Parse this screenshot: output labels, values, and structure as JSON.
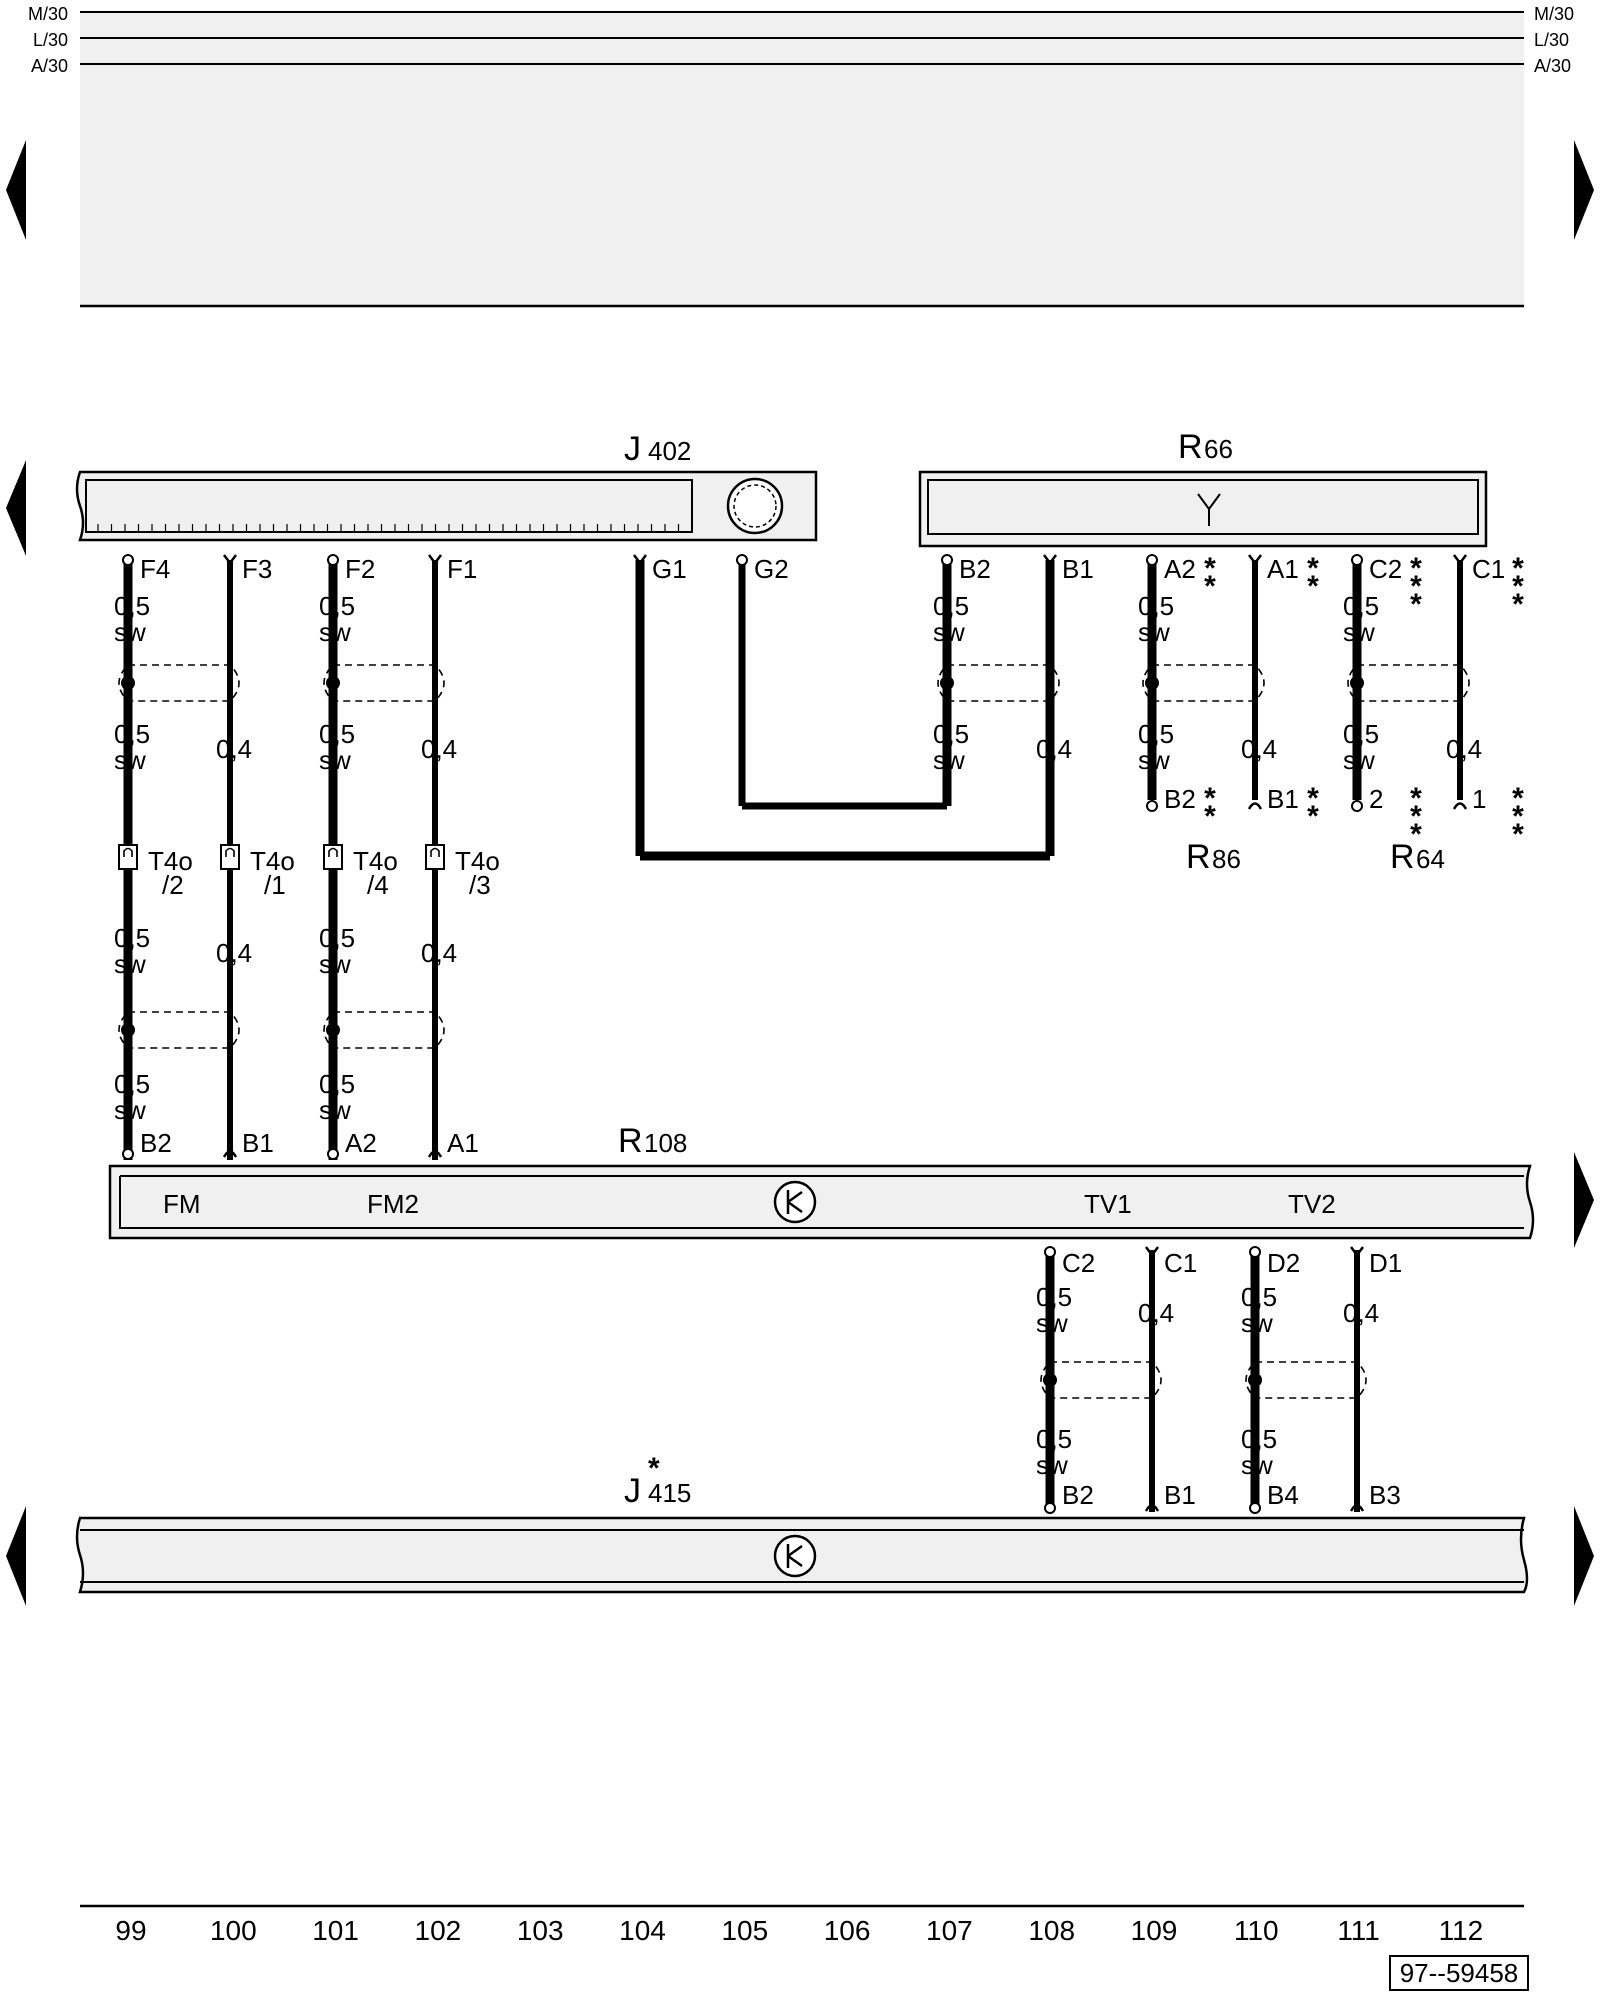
{
  "title": "",
  "rails": [
    {
      "left": "M/30",
      "right": "M/30"
    },
    {
      "left": "L/30",
      "right": "L/30"
    },
    {
      "left": "A/30",
      "right": "A/30"
    }
  ],
  "components": {
    "j402": {
      "letter": "J",
      "number": "402"
    },
    "r66": {
      "letter": "R",
      "number": "66"
    },
    "r86": {
      "letter": "R",
      "number": "86"
    },
    "r64": {
      "letter": "R",
      "number": "64"
    },
    "r108": {
      "letter": "R",
      "number": "108"
    },
    "j415": {
      "letter": "J",
      "number": "415",
      "star": "*"
    }
  },
  "r108_sections": [
    "FM",
    "FM2",
    "TV1",
    "TV2"
  ],
  "pins": {
    "j402": [
      "F4",
      "F3",
      "F2",
      "F1",
      "G1",
      "G2"
    ],
    "r66": [
      "B2",
      "B1",
      "A2",
      "A1",
      "C2",
      "C1"
    ],
    "r86": [
      "B2",
      "B1"
    ],
    "r64": [
      "2",
      "1"
    ],
    "r108_top": [
      "B2",
      "B1",
      "A2",
      "A1"
    ],
    "r108_bottom": [
      "C2",
      "C1",
      "D2",
      "D1"
    ],
    "j415": [
      "B2",
      "B1",
      "B4",
      "B3"
    ]
  },
  "wire": {
    "thick": "0,5",
    "thin": "0,4",
    "color": "sw"
  },
  "connectors": [
    {
      "name": "T4o",
      "pin": "/2"
    },
    {
      "name": "T4o",
      "pin": "/1"
    },
    {
      "name": "T4o",
      "pin": "/4"
    },
    {
      "name": "T4o",
      "pin": "/3"
    }
  ],
  "stars": {
    "two": "* *",
    "three": "* * *"
  },
  "columns": [
    "99",
    "100",
    "101",
    "102",
    "103",
    "104",
    "105",
    "106",
    "107",
    "108",
    "109",
    "110",
    "111",
    "112"
  ],
  "doc_number": "97--59458",
  "colors": {
    "line": "#000000",
    "shade": "#f0f0f0",
    "background": "#ffffff"
  }
}
